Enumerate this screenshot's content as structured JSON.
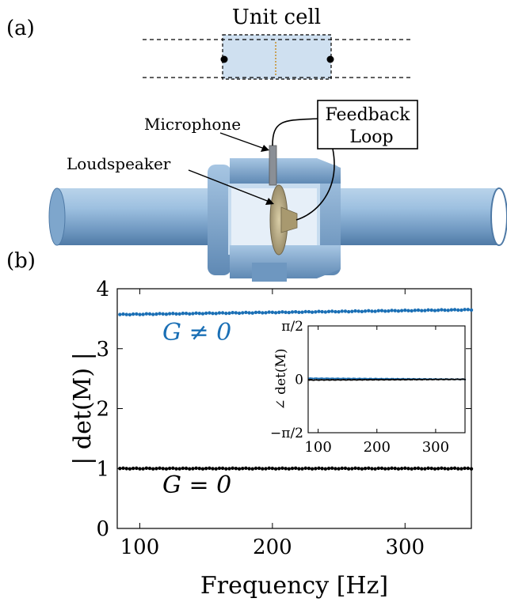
{
  "panel_a": {
    "label": "(a)",
    "unit_cell_label": "Unit cell",
    "microphone_label": "Microphone",
    "loudspeaker_label": "Loudspeaker",
    "feedback_line1": "Feedback",
    "feedback_line2": "Loop"
  },
  "panel_b": {
    "label": "(b)"
  },
  "colors": {
    "blue": "#1a6fb5",
    "black": "#000000",
    "tube": "#8fb4d6",
    "speaker": "#b5a57e"
  },
  "chart_data": [
    {
      "type": "scatter",
      "title": "",
      "xlabel": "Frequency [Hz]",
      "ylabel": "| det(M) |",
      "xlim": [
        83,
        350
      ],
      "ylim": [
        0,
        4
      ],
      "xticks": [
        100,
        200,
        300
      ],
      "yticks": [
        0,
        1,
        2,
        3,
        4
      ],
      "xtick_labels": [
        "100",
        "200",
        "300"
      ],
      "ytick_labels": [
        "0",
        "1",
        "2",
        "3",
        "4"
      ],
      "grid": false,
      "annotations": [
        {
          "text": "G ≠ 0",
          "color": "#1a6fb5"
        },
        {
          "text": "G = 0",
          "color": "#000000"
        }
      ],
      "series": [
        {
          "color": "#1a6fb5",
          "x_start": 85,
          "x_end": 350,
          "x_step": 2.5,
          "y_start": 3.57,
          "y_end": 3.65
        },
        {
          "color": "#000000",
          "x_start": 85,
          "x_end": 350,
          "x_step": 2.5,
          "y_start": 1.0,
          "y_end": 1.0
        }
      ]
    },
    {
      "type": "scatter",
      "title": "",
      "xlabel": "",
      "ylabel": "∠ det(M)",
      "xlim": [
        83,
        350
      ],
      "ylim": [
        -1.5708,
        1.5708
      ],
      "xticks": [
        100,
        200,
        300
      ],
      "xtick_labels": [
        "100",
        "200",
        "300"
      ],
      "yticks": [
        -1.5708,
        0,
        1.5708
      ],
      "ytick_labels": [
        "−π/2",
        "0",
        "π/2"
      ],
      "grid": false,
      "series": [
        {
          "color": "#1a6fb5",
          "x_start": 85,
          "x_end": 350,
          "x_step": 2.5,
          "y_start": 0.03,
          "y_end": 0.0
        },
        {
          "color": "#000000",
          "x_start": 85,
          "x_end": 350,
          "x_step": 2.5,
          "y_start": -0.02,
          "y_end": 0.0
        }
      ]
    }
  ]
}
